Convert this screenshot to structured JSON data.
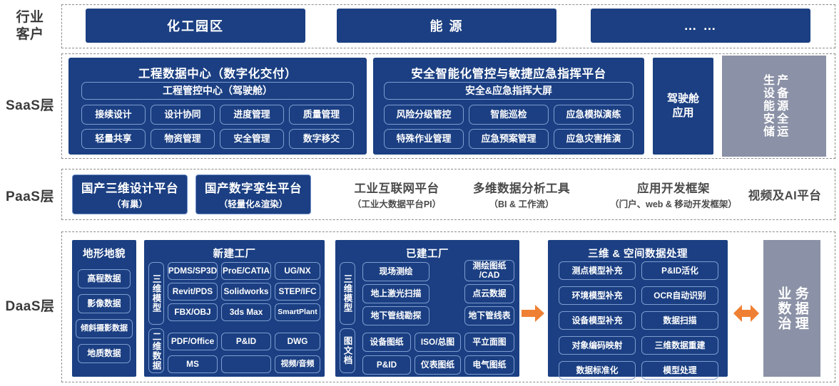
{
  "layers": [
    {
      "label": "行业\n客户"
    },
    {
      "label": "SaaS层"
    },
    {
      "label": "PaaS层"
    },
    {
      "label": "DaaS层"
    }
  ],
  "colors": {
    "primary_blue": "#1b3f82",
    "gray_panel": "#8b91a6",
    "arrow_orange": "#ef8033",
    "border_blue": "#7d9cd0",
    "dashed_border": "#8c8c8c",
    "text_dark": "#3a3a3a"
  },
  "industry": {
    "boxes": [
      {
        "label": "化工园区"
      },
      {
        "label": "能 源"
      },
      {
        "label": "… …"
      }
    ]
  },
  "saas": {
    "panels": [
      {
        "title": "工程数据中心（数字化交付）",
        "banner": "工程管控中心（驾驶舱）",
        "items": [
          "接续设计",
          "设计协同",
          "进度管理",
          "质量管理",
          "轻量共享",
          "物资管理",
          "安全管理",
          "数字移交"
        ]
      },
      {
        "title": "安全智能化管控与敏捷应急指挥平台",
        "banner": "安全&应急指挥大屏",
        "items": [
          "风险分级管控",
          "智能巡检",
          "应急模拟演练",
          "特殊作业管理",
          "应急预案管理",
          "应急灾害推演"
        ]
      }
    ],
    "cockpit": {
      "label": "驾驶舱\n应用"
    },
    "storage": {
      "col1": "生设能安储",
      "col2": "产备源全运"
    }
  },
  "paas": {
    "active": [
      {
        "title": "国产三维设计平台",
        "subtitle": "（有巢）"
      },
      {
        "title": "国产数字孪生平台",
        "subtitle": "（轻量化&渲染）"
      }
    ],
    "ghost": [
      {
        "title": "工业互联网平台",
        "subtitle": "（工业大数据平台PI）"
      },
      {
        "title": "多维数据分析工具",
        "subtitle": "（BI & 工作流）"
      },
      {
        "title": "应用开发框架",
        "subtitle": "（门户、web & 移动开发框架）"
      },
      {
        "title": "视频及AI平台",
        "subtitle": ""
      }
    ]
  },
  "daas": {
    "terrain": {
      "title": "地形地貌",
      "items": [
        "高程数据",
        "影像数据",
        "倾斜摄影数据",
        "地质数据"
      ]
    },
    "new_factory": {
      "title": "新建工厂",
      "side_labels": [
        "三维模型",
        "二维数据"
      ],
      "model_rows": [
        [
          "PDMS/SP3D",
          "ProE/CATIA",
          "UG/NX"
        ],
        [
          "Revit/PDS",
          "Solidworks",
          "STEP/IFC"
        ],
        [
          "FBX/OBJ",
          "3ds Max",
          "SmartPlant"
        ]
      ],
      "doc_rows": [
        [
          "PDF/Office",
          "P&ID",
          "DWG"
        ],
        [
          "MS",
          "",
          "视频/音频"
        ]
      ]
    },
    "built_factory": {
      "title": "已建工厂",
      "side_labels": [
        "三维模型",
        "图文档"
      ],
      "model_left": [
        "现场测绘",
        "地上激光扫描",
        "地下管线勘探"
      ],
      "model_right": [
        "测绘图纸\n/CAD",
        "点云数据",
        "地下管线表"
      ],
      "doc_rows": [
        [
          "设备图纸",
          "ISO/总图",
          "平立面图"
        ],
        [
          "P&ID",
          "仪表图纸",
          "电气图纸"
        ]
      ]
    },
    "processing": {
      "title": "三维 & 空间数据处理",
      "rows": [
        [
          "测点模型补充",
          "P&ID活化"
        ],
        [
          "环境模型补充",
          "OCR自动识别"
        ],
        [
          "设备模型补充",
          "数据扫描"
        ],
        [
          "对象编码映射",
          "三维数据重建"
        ],
        [
          "数据标准化",
          "模型处理"
        ]
      ]
    },
    "governance": {
      "label": "业数治",
      "label2": "务据理"
    }
  }
}
